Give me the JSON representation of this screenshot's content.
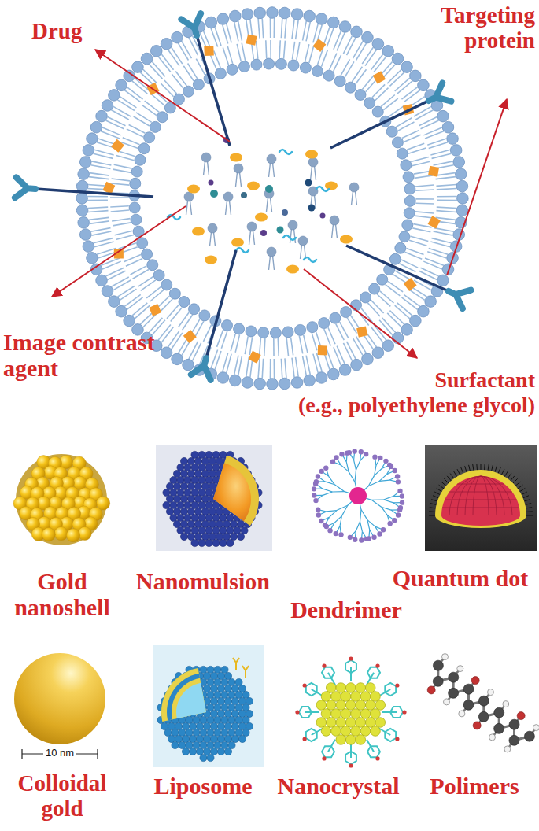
{
  "diagram": {
    "labels": [
      "Drug",
      "Targeting protein",
      "Image contrast agent",
      "Surfactant",
      "(e.g., polyethylene glycol)",
      "Gold nanoshell",
      "Nanomulsion",
      "Dendrimer",
      "Quantum dot",
      "10 nm",
      "Colloidal gold",
      "Liposome",
      "Nanocrystal",
      "Polimers"
    ]
  }
}
